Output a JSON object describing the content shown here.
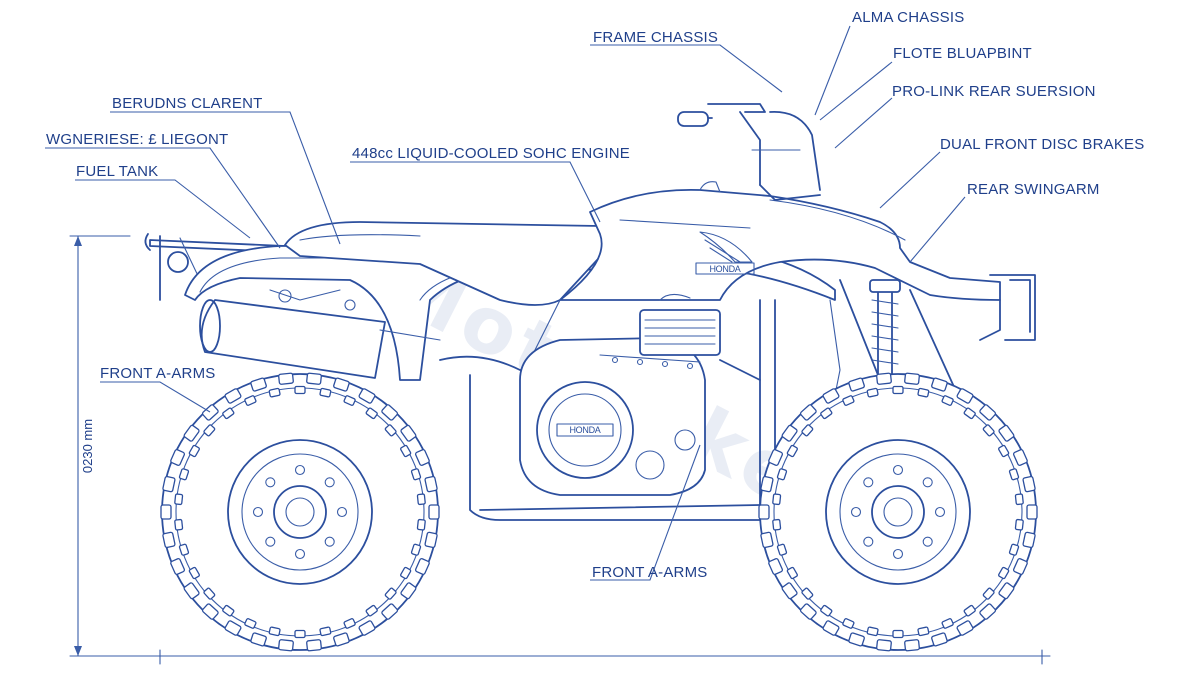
{
  "watermark": "Moto Sketch",
  "brand_badge_tank": "HONDA",
  "brand_badge_engine": "HONDA",
  "dimension_label": "0230 mm",
  "labels": {
    "frame_chassis": "FRAME CHASSIS",
    "alma_chassis": "ALMA CHASSIS",
    "flote_bluapbint": "FLOTE BLUAPBINT",
    "pro_link": "PRO-LINK REAR SUERSION",
    "dual_front_disc": "DUAL FRONT DISC BRAKES",
    "rear_swingarm": "REAR SWINGARM",
    "berudns_clarent": "BERUDNS CLARENT",
    "wgnerese": "WGNERIESE: £ LIEGONT",
    "fuel_tank": "FUEL TANK",
    "engine": "448cc LIQUID-COOLED SOHC ENGINE",
    "front_a_arms_left": "FRONT A-ARMS",
    "front_a_arms_bottom": "FRONT A-ARMS"
  },
  "colors": {
    "line": "#2c4f9e",
    "label": "#1f3f8a",
    "background": "#ffffff",
    "watermark": "#e9edf5"
  }
}
